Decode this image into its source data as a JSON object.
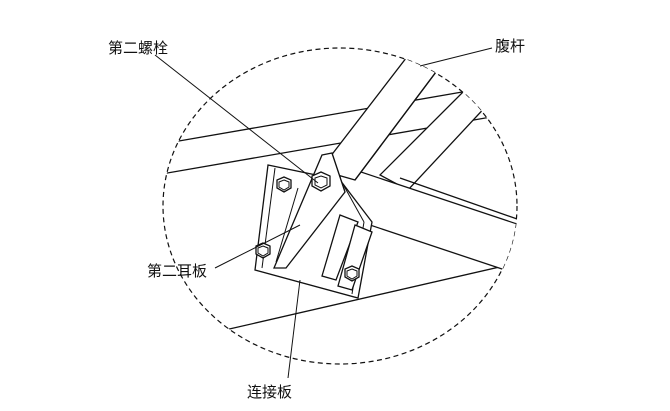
{
  "labels": {
    "second_bolt": "第二螺栓",
    "web_member": "腹杆",
    "second_ear_plate": "第二耳板",
    "connecting_plate": "连接板"
  }
}
